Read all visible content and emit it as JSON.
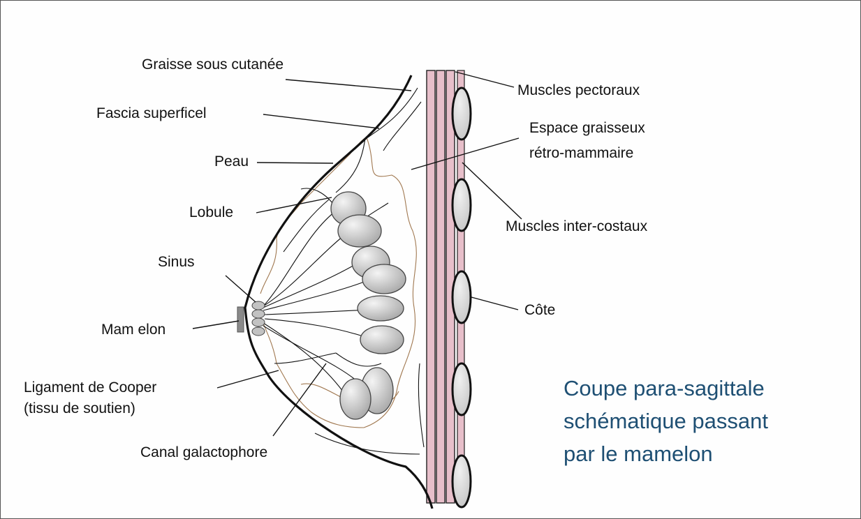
{
  "labels": {
    "graisse": "Graisse sous cutanée",
    "fascia": "Fascia superficel",
    "peau": "Peau",
    "lobule": "Lobule",
    "sinus": "Sinus",
    "mamelon": "Mam elon",
    "ligament_1": "Ligament de Cooper",
    "ligament_2": "(tissu de soutien)",
    "canal": "Canal galactophore",
    "muscles_pectoraux": "Muscles pectoraux",
    "espace_1": "Espace graisseux",
    "espace_2": "rétro-mammaire",
    "muscles_intercostaux": "Muscles inter-costaux",
    "cote": "Côte"
  },
  "title": {
    "line1": "Coupe para-sagittale",
    "line2": "schématique passant",
    "line3": "par le mamelon"
  },
  "colors": {
    "muscle": "#e7bfca",
    "lobule_fill": "#c9c9c9",
    "rib_fill": "#d7d7d7",
    "nipple": "#8a8a8a",
    "fat_line": "#a07850",
    "title": "#1e4f73"
  }
}
